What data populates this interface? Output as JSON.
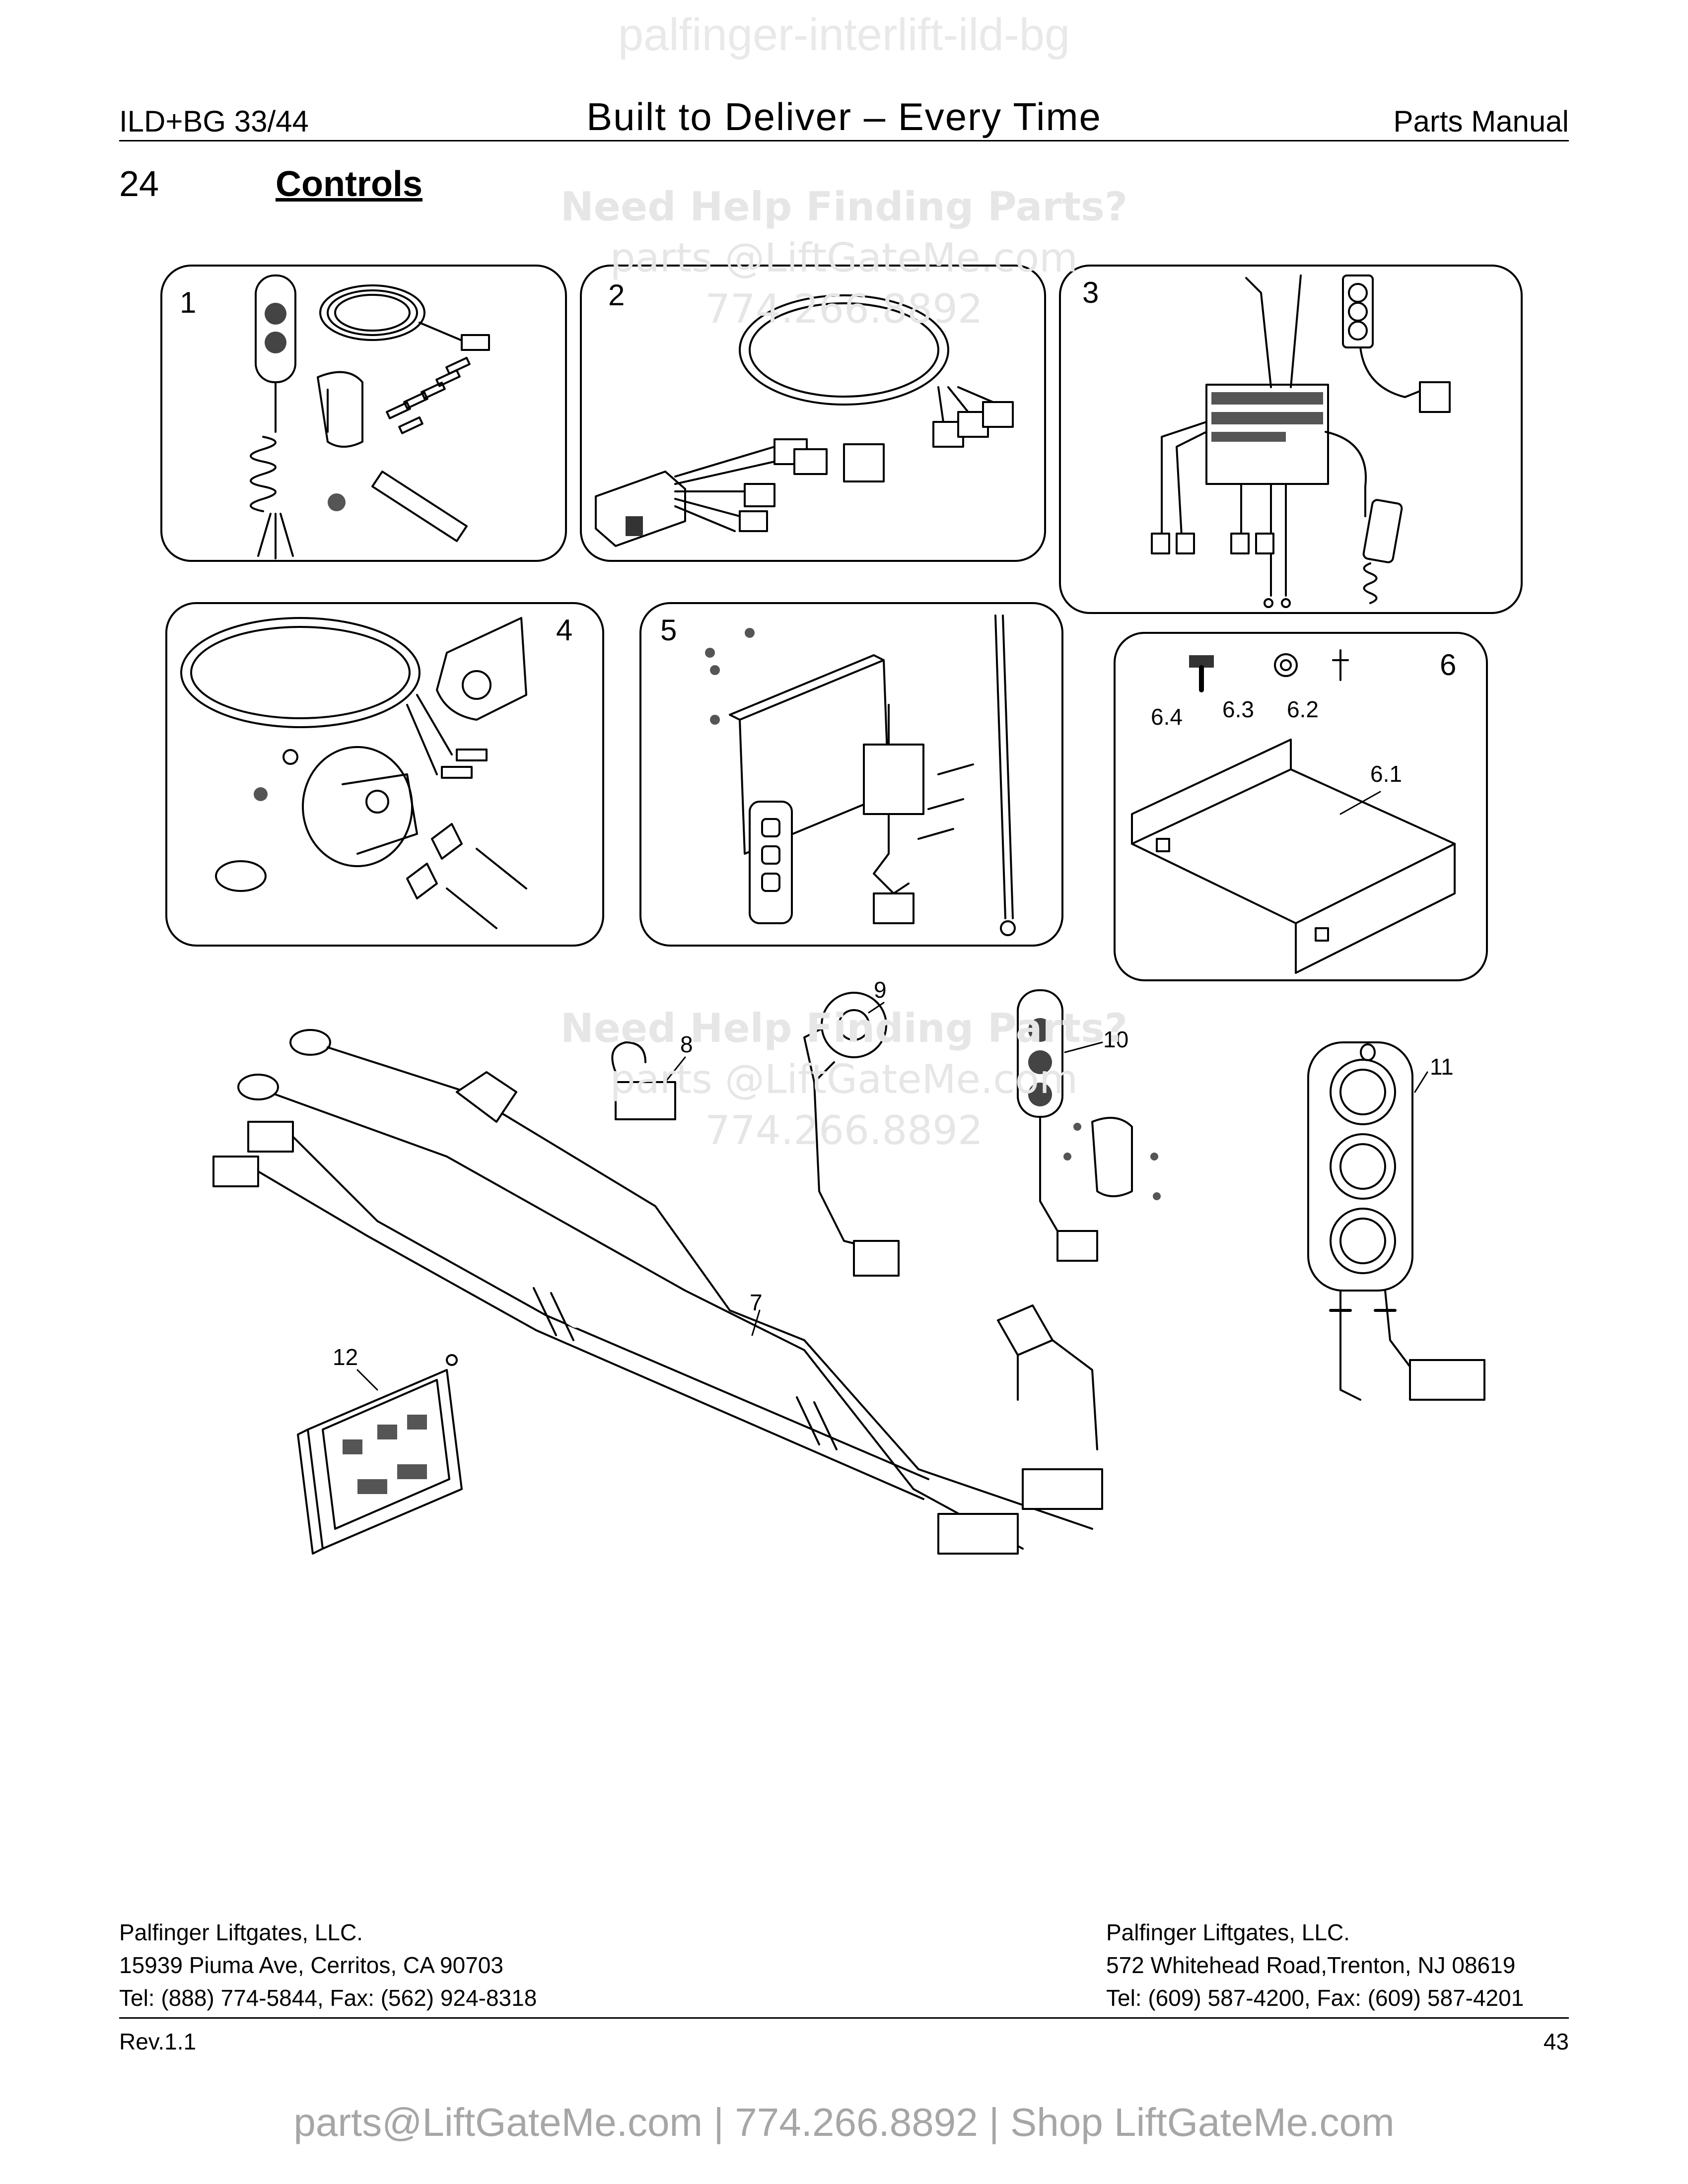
{
  "watermark_top": "palfinger-interlift-ild-bg",
  "header": {
    "left": "ILD+BG 33/44",
    "center": "Built to Deliver – Every Time",
    "right": "Parts Manual"
  },
  "section": {
    "number": "24",
    "title": "Controls"
  },
  "watermark_mid": {
    "line1": "Need Help Finding Parts?",
    "line2": "parts @LiftGateMe.com",
    "line3": "774.266.8892"
  },
  "watermark_mid2": {
    "line1": "Need Help Finding Parts?",
    "line2": "parts @LiftGateMe.com",
    "line3": "774.266.8892"
  },
  "callouts": {
    "panel1": "1",
    "panel2": "2",
    "panel3": "3",
    "panel4": "4",
    "panel5": "5",
    "panel6": "6",
    "p61": "6.1",
    "p62": "6.2",
    "p63": "6.3",
    "p64": "6.4",
    "p7": "7",
    "p8": "8",
    "p9": "9",
    "p10": "10",
    "p11": "11",
    "p12": "12"
  },
  "footer": {
    "left": {
      "company": "Palfinger Liftgates, LLC.",
      "address": "15939 Piuma Ave, Cerritos, CA 90703",
      "tel": "Tel: (888) 774-5844, Fax: (562) 924-8318"
    },
    "right": {
      "company": "Palfinger Liftgates, LLC.",
      "address": "572 Whitehead Road,Trenton, NJ 08619",
      "tel": "Tel: (609) 587-4200, Fax: (609) 587-4201"
    },
    "revision": "Rev.1.1",
    "page": "43"
  },
  "bottom_link": "parts@LiftGateMe.com | 774.266.8892 | Shop LiftGateMe.com"
}
